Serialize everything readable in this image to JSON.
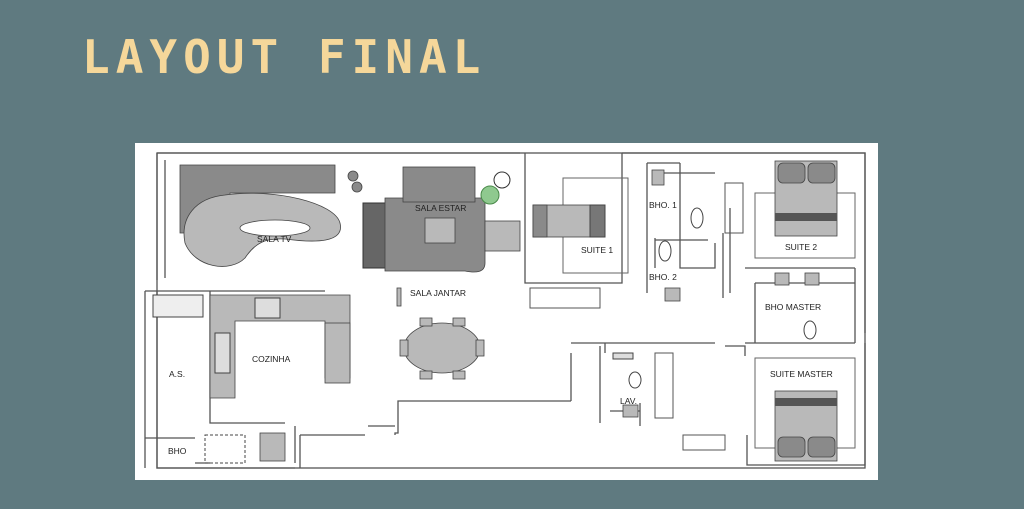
{
  "title": "LAYOUT FINAL",
  "rooms": {
    "sala_tv": "SALA TV",
    "sala_estar": "SALA ESTAR",
    "suite_1": "SUITE 1",
    "bho_1": "BHO. 1",
    "bho_2": "BHO. 2",
    "suite_2": "SUITE 2",
    "bho_master": "BHO MASTER",
    "sala_jantar": "SALA JANTAR",
    "cozinha": "COZINHA",
    "as": "A.S.",
    "lav": "LAV.",
    "suite_master": "SUITE MASTER",
    "bho": "BHO"
  },
  "colors": {
    "background": "#5f7a80",
    "title": "#f5d79a",
    "plan": "#ffffff"
  }
}
